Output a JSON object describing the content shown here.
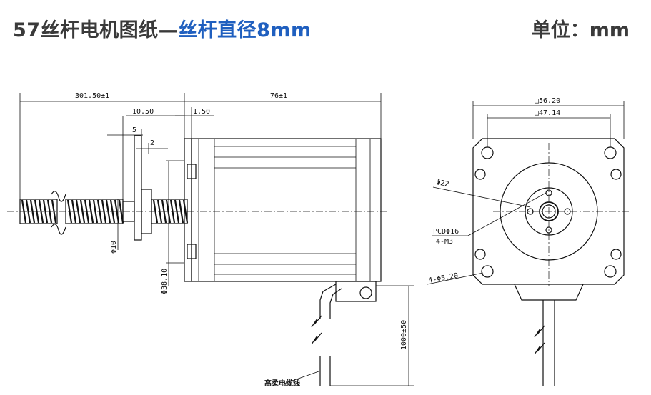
{
  "header": {
    "title_main": "57丝杆电机图纸—",
    "title_accent": "丝杆直径8mm",
    "unit_label": "单位：mm",
    "accent_color": "#1f5fbf"
  },
  "side_view": {
    "dim_total_length": "301.50±1",
    "dim_nut_offset": "10.50",
    "dim_nut_5": "5",
    "dim_nut_2": "2",
    "dim_flange": "1.50",
    "dim_motor_length": "76±1",
    "dim_screw_dia": "Φ10",
    "dim_boss_dia": "Φ38.10",
    "dim_cable_length": "1000±50",
    "cable_label": "高柔电缆线"
  },
  "front_view": {
    "dim_outer_square": "□56.20",
    "dim_hole_square": "□47.14",
    "dim_boss_dia": "Φ22",
    "dim_pcd": "PCDΦ16",
    "dim_pcd_holes": "4-M3",
    "dim_mount_holes": "4-Φ5.20"
  }
}
